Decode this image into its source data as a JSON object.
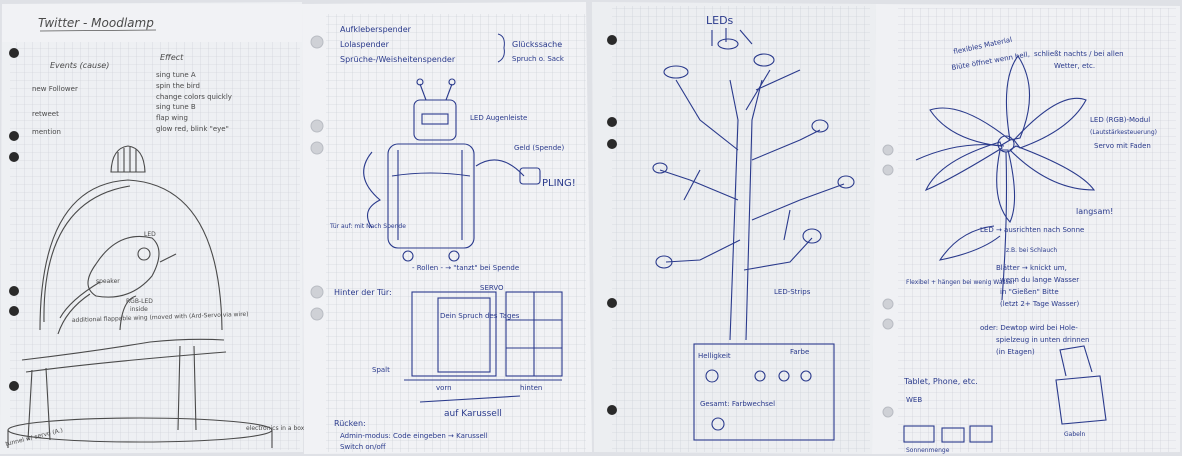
{
  "pages": [
    {
      "header": "Twitter - Moodlamp",
      "events_title": "Events (cause)",
      "effect_title": "Effect",
      "events": [
        "new Follower",
        "retweet",
        "mention"
      ],
      "effects": [
        "sing tune A",
        "spin the bird",
        "change colors quickly",
        "sing tune B",
        "flap wing",
        "glow red, blink \"eye\""
      ],
      "labels": {
        "led": "LED",
        "speaker": "speaker",
        "rgb_led": "RGB-LED",
        "inside": "inside",
        "flappable_wing": "additional flappable wing (moved with (Ard-Servo via wire)",
        "electronics": "electronics in a box",
        "tunnel": "tunnel w/ servo (A.)"
      }
    },
    {
      "top_list": [
        "Aufkleberspender",
        "Lolaspender",
        "Sprüche-/Weisheitenspender"
      ],
      "glueck": "Glückssache",
      "glueck_sub": "Spruch o. Sack",
      "labels": {
        "led_augen": "LED Augenleiste",
        "geld": "Geld (Spende)",
        "pling": "PLING!",
        "tuer": "Tür auf: mit Nach Spende",
        "rollen": "- Rollen - → \"tanzt\" bei Spende",
        "hinter": "Hinter der Tür:",
        "servo": "SERVO",
        "spruch": "Dein Spruch des Tages",
        "spalt": "Spalt",
        "vorn": "vorn",
        "hinten": "hinten",
        "karussell": "auf Karussell",
        "ruecken": "Rücken:",
        "admin": "Admin-modus: Code eingeben → Karussell",
        "switch": "Switch on/off"
      }
    },
    {
      "title": "LEDs",
      "labels": {
        "led_strip": "LED-Strips",
        "helligkeit": "Helligkeit",
        "farbe": "Farbe",
        "gesamt": "Gesamt: Farbwechsel"
      }
    },
    {
      "labels": {
        "flexibles": "flexibles Material",
        "blueten": "Blüte öffnet wenn hell,",
        "schliesst": "schließt nachts / bei allen",
        "wetter": "Wetter, etc.",
        "led_rgb": "LED (RGB)-Modul",
        "lautstaerke": "(Lautstärkesteuerung)",
        "servo": "Servo mit Faden",
        "langsam": "langsam!",
        "led": "LED → ausrichten nach Sonne",
        "schlauch": "z.B. bei Schlauch",
        "blatt": "Blätter → knickt um,",
        "wasser": "wenn du lange Wasser",
        "giesst": "in \"Gießen\" Bitte",
        "letzt": "(letzt 2+ Tage Wasser)",
        "flexibel": "Flexibel + hängen bei wenig Wasser",
        "oder": "oder: Dewtop wird bei Hole-",
        "spielzeug": "spielzeug in unten drinnen",
        "etagen": "(in Etagen)",
        "tablet": "Tablet, Phone, etc.",
        "web": "WEB",
        "sonne": "Sonnenmenge",
        "gabeln": "Gabeln"
      }
    }
  ]
}
